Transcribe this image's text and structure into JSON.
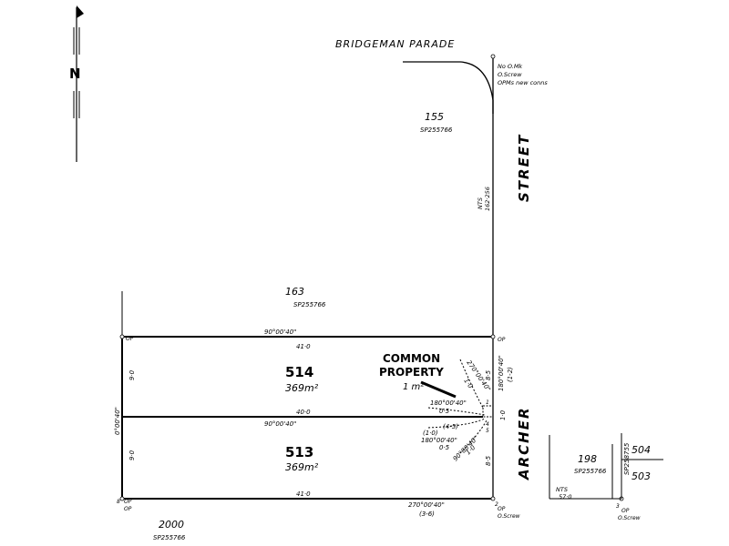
{
  "north": {
    "label": "N"
  },
  "roads": {
    "bridgeman": "BRIDGEMAN PARADE",
    "street": "STREET",
    "archer": "ARCHER"
  },
  "mark_top": {
    "line1": "No O.Mk",
    "line2": "O.Screw",
    "line3": "OPMs new conns"
  },
  "lot155": {
    "number": "155",
    "plan": "SP255766"
  },
  "nts_top": {
    "label": "NTS",
    "value": "162·256"
  },
  "lot163": {
    "number": "163",
    "plan": "SP255766"
  },
  "lot514": {
    "number": "514",
    "area": "369m²"
  },
  "lot513": {
    "number": "513",
    "area": "369m²"
  },
  "common": {
    "line1": "COMMON",
    "line2": "PROPERTY",
    "area": "1 m²"
  },
  "lot198": {
    "number": "198",
    "plan": "SP255766"
  },
  "lot504": {
    "number": "504"
  },
  "lot503": {
    "number": "503"
  },
  "plan_vertical": "SP258755",
  "lot2000": {
    "number": "2000",
    "plan": "SP255766"
  },
  "nts_bottom": {
    "label": "NTS",
    "value": "57·0"
  },
  "dims": {
    "top_bearing": "90°00'40\"",
    "top_dist": "41·0",
    "mid_dist": "40·0",
    "mid_bearing": "90°00'40\"",
    "bottom_dist": "41·0",
    "bottom_bearing": "270°00'40\"",
    "bottom_ref": "(3-6)",
    "left_upper": "9·0",
    "left_lower": "9·0",
    "left_bearing": "0°00'40\"",
    "right_85_top": "8·5",
    "right_10": "1·0",
    "right_85_bottom": "8·5",
    "right_bearing": "180°00'40\"",
    "right_ref": "(1-2)",
    "cp_bearing_a": "270°00'40\"",
    "cp_10a": "1·0",
    "cp_bearing_b": "180°00'40\"",
    "cp_05a": "0·5",
    "cp_10_paren": "(1·0)",
    "cp_45": "(4-5)",
    "cp_bearing_c": "180°00'40\"",
    "cp_05b": "0·5",
    "cp_bearing_d": "90°00'40\"",
    "cp_10b": "1·0"
  },
  "corner_labels": {
    "op_tl": "OP",
    "op_tr": "OP",
    "pt_bl": "8",
    "op_bl1": "OP",
    "op_bl2": "OP",
    "pt_br": "2",
    "op_br": "OP",
    "screw_br": "O.Screw",
    "pt_far": "3",
    "op_far": "OP",
    "screw_far": "O.Screw",
    "pt_4": "4",
    "pt_5": "5",
    "pt_1": "1"
  }
}
